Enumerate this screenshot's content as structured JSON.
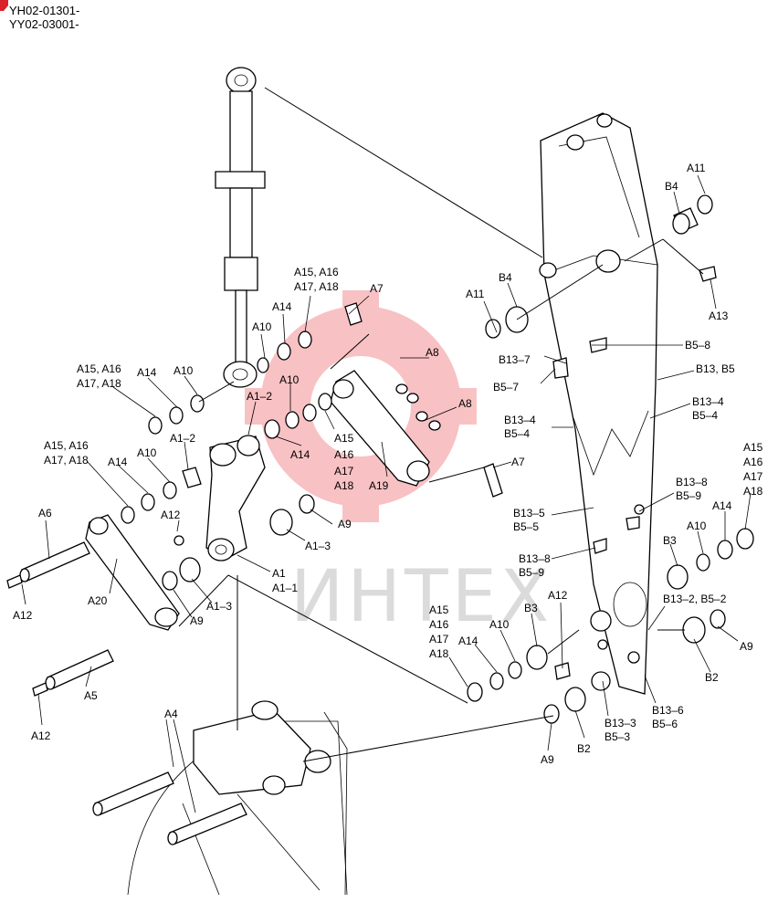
{
  "header": {
    "line1": "YH02-01301-",
    "line2": "YY02-03001-"
  },
  "watermark": {
    "text": "ИНТЕХ",
    "color": "#e8262b"
  },
  "labels": {
    "A15_16_17_18_top": [
      "A15, A16",
      "A17, A18"
    ],
    "A14_top": "A14",
    "A10_top": "A10",
    "A7_top": "A7",
    "A15_16_17_18_left1": [
      "A15, A16",
      "A17, A18"
    ],
    "A14_left1": "A14",
    "A10_left1": "A10",
    "A1_2_a": "A1–2",
    "A10_mid": "A10",
    "A8_a": "A8",
    "A8_b": "A8",
    "A14_mid": "A14",
    "A15_stack_mid": [
      "A15",
      "A16",
      "A17",
      "A18"
    ],
    "A19": "A19",
    "A7_mid": "A7",
    "A15_16_17_18_left2": [
      "A15, A16",
      "A17, A18"
    ],
    "A14_left2": "A14",
    "A10_left2": "A10",
    "A1_2_b": "A1–2",
    "A6": "A6",
    "A12_a": "A12",
    "A9_mid": "A9",
    "A1_3_a": "A1–3",
    "A1_pair": [
      "A1",
      "A1–1"
    ],
    "A12_left": "A12",
    "A20": "A20",
    "A9_left": "A9",
    "A1_3_b": "A1–3",
    "A5": "A5",
    "A12_bottom": "A12",
    "A4": "A4",
    "A11_top": "A11",
    "B4_top": "B4",
    "A13": "A13",
    "A11_mid": "A11",
    "B4_mid": "B4",
    "B13_7": "B13–7",
    "B5_8": "B5–8",
    "B5_7": "B5–7",
    "B13_B5": "B13, B5",
    "B13_4_right": [
      "B13–4",
      "B5–4"
    ],
    "B13_4_left": [
      "B13–4",
      "B5–4"
    ],
    "B13_8_right": [
      "B13–8",
      "B5–9"
    ],
    "B13_5": [
      "B13–5",
      "B5–5"
    ],
    "A15_stack_right": [
      "A15",
      "A16",
      "A17",
      "A18"
    ],
    "A14_right": "A14",
    "A10_right": "A10",
    "B3_right": "B3",
    "B13_8_left": [
      "B13–8",
      "B5–9"
    ],
    "B13_2": [
      "B13–2, B5–2"
    ],
    "A9_right": "A9",
    "B2_right": "B2",
    "A12_right": "A12",
    "B3_mid": "B3",
    "A15_stack_bottom": [
      "A15",
      "A16",
      "A17",
      "A18"
    ],
    "A10_bottom": "A10",
    "A14_bottom": "A14",
    "B13_3": [
      "B13–3",
      "B5–3"
    ],
    "B13_6": [
      "B13–6",
      "B5–6"
    ],
    "B2_bottom": "B2",
    "A9_bottom": "A9"
  }
}
